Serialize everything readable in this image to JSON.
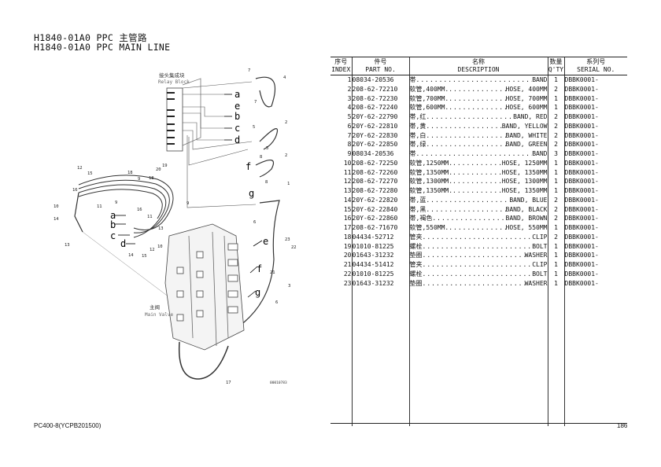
{
  "header": {
    "title_cn": "H1840-01A0 PPC 主管路",
    "title_en": "H1840-01A0 PPC MAIN LINE"
  },
  "diagram": {
    "relay_block_cn": "接头集成块",
    "relay_block_en": "Relay Block",
    "main_valve_cn": "主阀",
    "main_valve_en": "Main Valve",
    "figure_code": "00010783",
    "letters": [
      "a",
      "b",
      "c",
      "d",
      "e",
      "f",
      "g"
    ]
  },
  "table": {
    "headers": {
      "index_cn": "序号",
      "index_en": "INDEX",
      "part_cn": "件号",
      "part_en": "PART NO.",
      "desc_cn": "名称",
      "desc_en": "DESCRIPTION",
      "qty_cn": "数量",
      "qty_en": "Q'TY",
      "serial_cn": "系列号",
      "serial_en": "SERIAL NO."
    },
    "rows": [
      {
        "index": "1",
        "part": "08034-20536",
        "cn": "帯",
        "en": "BAND",
        "qty": "1",
        "serial": "DBBK0001-"
      },
      {
        "index": "2",
        "part": "208-62-72210",
        "cn": "软管,400MM.",
        "en": "HOSE, 400MM",
        "qty": "2",
        "serial": "DBBK0001-"
      },
      {
        "index": "3",
        "part": "208-62-72230",
        "cn": "软管,700MM.",
        "en": "HOSE, 700MM",
        "qty": "1",
        "serial": "DBBK0001-"
      },
      {
        "index": "4",
        "part": "208-62-72240",
        "cn": "软管,600MM.",
        "en": "HOSE, 600MM",
        "qty": "1",
        "serial": "DBBK0001-"
      },
      {
        "index": "5",
        "part": "20Y-62-22790",
        "cn": "帯,红",
        "en": "BAND, RED",
        "qty": "2",
        "serial": "DBBK0001-"
      },
      {
        "index": "6",
        "part": "20Y-62-22810",
        "cn": "帯,黄",
        "en": "BAND, YELLOW",
        "qty": "2",
        "serial": "DBBK0001-"
      },
      {
        "index": "7",
        "part": "20Y-62-22830",
        "cn": "帯,白",
        "en": "BAND, WHITE",
        "qty": "2",
        "serial": "DBBK0001-"
      },
      {
        "index": "8",
        "part": "20Y-62-22850",
        "cn": "帯,绿",
        "en": "BAND, GREEN",
        "qty": "2",
        "serial": "DBBK0001-"
      },
      {
        "index": "9",
        "part": "08034-20536",
        "cn": "帯",
        "en": "BAND",
        "qty": "3",
        "serial": "DBBK0001-"
      },
      {
        "index": "10",
        "part": "208-62-72250",
        "cn": "软管,1250MM.",
        "en": "HOSE, 1250MM",
        "qty": "1",
        "serial": "DBBK0001-"
      },
      {
        "index": "11",
        "part": "208-62-72260",
        "cn": "软管,1350MM.",
        "en": "HOSE, 1350MM",
        "qty": "1",
        "serial": "DBBK0001-"
      },
      {
        "index": "12",
        "part": "208-62-72270",
        "cn": "软管,1300MM.",
        "en": "HOSE, 1300MM",
        "qty": "1",
        "serial": "DBBK0001-"
      },
      {
        "index": "13",
        "part": "208-62-72280",
        "cn": "软管,1350MM.",
        "en": "HOSE, 1350MM",
        "qty": "1",
        "serial": "DBBK0001-"
      },
      {
        "index": "14",
        "part": "20Y-62-22820",
        "cn": "帯,蓝",
        "en": "BAND, BLUE",
        "qty": "2",
        "serial": "DBBK0001-"
      },
      {
        "index": "15",
        "part": "20Y-62-22840",
        "cn": "帯,黑",
        "en": "BAND, BLACK",
        "qty": "2",
        "serial": "DBBK0001-"
      },
      {
        "index": "16",
        "part": "20Y-62-22860",
        "cn": "帯,褐色",
        "en": "BAND, BROWN",
        "qty": "2",
        "serial": "DBBK0001-"
      },
      {
        "index": "17",
        "part": "208-62-71670",
        "cn": "软管,550MM.",
        "en": "HOSE, 550MM",
        "qty": "1",
        "serial": "DBBK0001-"
      },
      {
        "index": "18",
        "part": "04434-52712",
        "cn": "管夹",
        "en": "CLIP",
        "qty": "2",
        "serial": "DBBK0001-"
      },
      {
        "index": "19",
        "part": "01010-81225",
        "cn": "螺栓",
        "en": "BOLT",
        "qty": "1",
        "serial": "DBBK0001-"
      },
      {
        "index": "20",
        "part": "01643-31232",
        "cn": "垫圈",
        "en": "WASHER",
        "qty": "1",
        "serial": "DBBK0001-"
      },
      {
        "index": "21",
        "part": "04434-51412",
        "cn": "管夹",
        "en": "CLIP",
        "qty": "1",
        "serial": "DBBK0001-"
      },
      {
        "index": "22",
        "part": "01010-81225",
        "cn": "螺栓",
        "en": "BOLT",
        "qty": "1",
        "serial": "DBBK0001-"
      },
      {
        "index": "23",
        "part": "01643-31232",
        "cn": "垫圈",
        "en": "WASHER",
        "qty": "1",
        "serial": "DBBK0001-"
      }
    ]
  },
  "footer": {
    "model": "PC400-8(YCPB201500)",
    "page": "186"
  }
}
